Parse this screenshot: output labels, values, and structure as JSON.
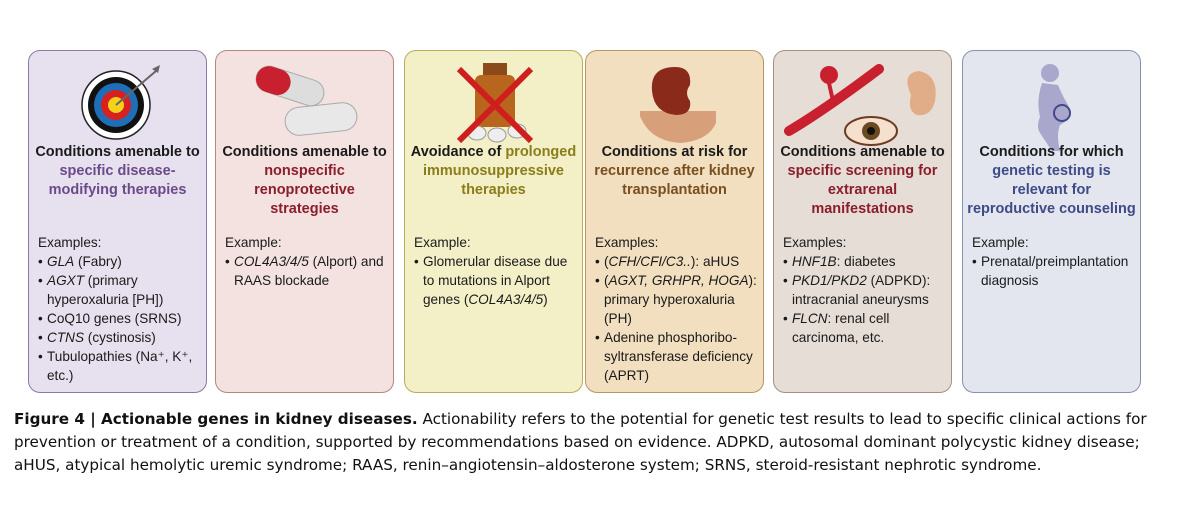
{
  "panels": [
    {
      "icon": "target-icon",
      "heading_pre": "Conditions amenable to ",
      "heading_highlight": "specific disease-modifying therapies",
      "heading_post": "",
      "highlight_color": "#6b4a8a",
      "bg": "#e7e1ef",
      "border": "#8a7aa5",
      "examples_label": "Examples:",
      "items": [
        [
          {
            "t": "GLA",
            "i": true
          },
          {
            "t": " (Fabry)",
            "i": false
          }
        ],
        [
          {
            "t": "AGXT",
            "i": true
          },
          {
            "t": " (primary hyperoxaluria [PH])",
            "i": false
          }
        ],
        [
          {
            "t": "CoQ10 genes (SRNS)",
            "i": false
          }
        ],
        [
          {
            "t": "CTNS",
            "i": true
          },
          {
            "t": " (cystinosis)",
            "i": false
          }
        ],
        [
          {
            "t": "Tubulopathies (Na⁺, K⁺, etc.)",
            "i": false
          }
        ]
      ]
    },
    {
      "icon": "pills-icon",
      "heading_pre": "Conditions amenable to ",
      "heading_highlight": "nonspecific renoprotective strategies",
      "heading_post": "",
      "highlight_color": "#8b1e2b",
      "bg": "#f3e2e0",
      "border": "#b8867f",
      "examples_label": "Example:",
      "items": [
        [
          {
            "t": "COL4A3/4/5",
            "i": true
          },
          {
            "t": " (Alport) and RAAS blockade",
            "i": false
          }
        ]
      ]
    },
    {
      "icon": "no-medication-icon",
      "heading_pre": "Avoidance of ",
      "heading_highlight": "prolonged immunosuppressive therapies",
      "heading_post": "",
      "highlight_color": "#8a7d1a",
      "bg": "#f3f0c8",
      "border": "#b8ac5c",
      "examples_label": "Example:",
      "items": [
        [
          {
            "t": "Glomerular disease due to mutations in Alport genes (",
            "i": false
          },
          {
            "t": "COL4A3/4/5",
            "i": true
          },
          {
            "t": ")",
            "i": false
          }
        ]
      ]
    },
    {
      "icon": "kidney-hand-icon",
      "heading_pre": "Conditions at risk for ",
      "heading_highlight": "recurrence after kidney transplantation",
      "heading_post": "",
      "highlight_color": "#7a4f1f",
      "bg": "#f1dfbf",
      "border": "#b89562",
      "examples_label": "Examples:",
      "items": [
        [
          {
            "t": "(",
            "i": false
          },
          {
            "t": "CFH/CFI/C3..",
            "i": true
          },
          {
            "t": "): aHUS",
            "i": false
          }
        ],
        [
          {
            "t": "(",
            "i": false
          },
          {
            "t": "AGXT, GRHPR, HOGA",
            "i": true
          },
          {
            "t": "): primary hyperoxaluria (PH)",
            "i": false
          }
        ],
        [
          {
            "t": "Adenine phosphoribo­syltransferase deficiency (APRT)",
            "i": false
          }
        ]
      ]
    },
    {
      "icon": "eye-ear-vessel-icon",
      "heading_pre": "Conditions amenable to ",
      "heading_highlight": "specific screening for extrarenal manifestations",
      "heading_post": "",
      "highlight_color": "#8b1e2b",
      "bg": "#e6ddd6",
      "border": "#a39284",
      "examples_label": "Examples:",
      "items": [
        [
          {
            "t": "HNF1B",
            "i": true
          },
          {
            "t": ": diabetes",
            "i": false
          }
        ],
        [
          {
            "t": "PKD1/PKD2",
            "i": true
          },
          {
            "t": " (ADPKD): intracranial aneurysms",
            "i": false
          }
        ],
        [
          {
            "t": "FLCN",
            "i": true
          },
          {
            "t": ": renal cell carcinoma, etc.",
            "i": false
          }
        ]
      ]
    },
    {
      "icon": "pregnant-woman-icon",
      "heading_pre": "Conditions for which ",
      "heading_highlight": "genetic testing is relevant for reproductive counseling",
      "heading_post": "",
      "highlight_color": "#3f4b86",
      "bg": "#e3e5ef",
      "border": "#8890b2",
      "examples_label": "Example:",
      "items": [
        [
          {
            "t": "Prenatal/preimplantation diagnosis",
            "i": false
          }
        ]
      ]
    }
  ],
  "caption": {
    "label": "Figure 4 | Actionable genes in kidney diseases.",
    "text": " Actionability refers to the potential for genetic test results to lead to specific clinical actions for prevention or treatment of a condition, supported by recommendations based on evidence. ADPKD, autosomal dominant polycystic kidney disease; aHUS, atypical hemolytic uremic syndrome; RAAS, renin–angiotensin–aldosterone system; SRNS, steroid-resistant nephrotic syndrome."
  }
}
